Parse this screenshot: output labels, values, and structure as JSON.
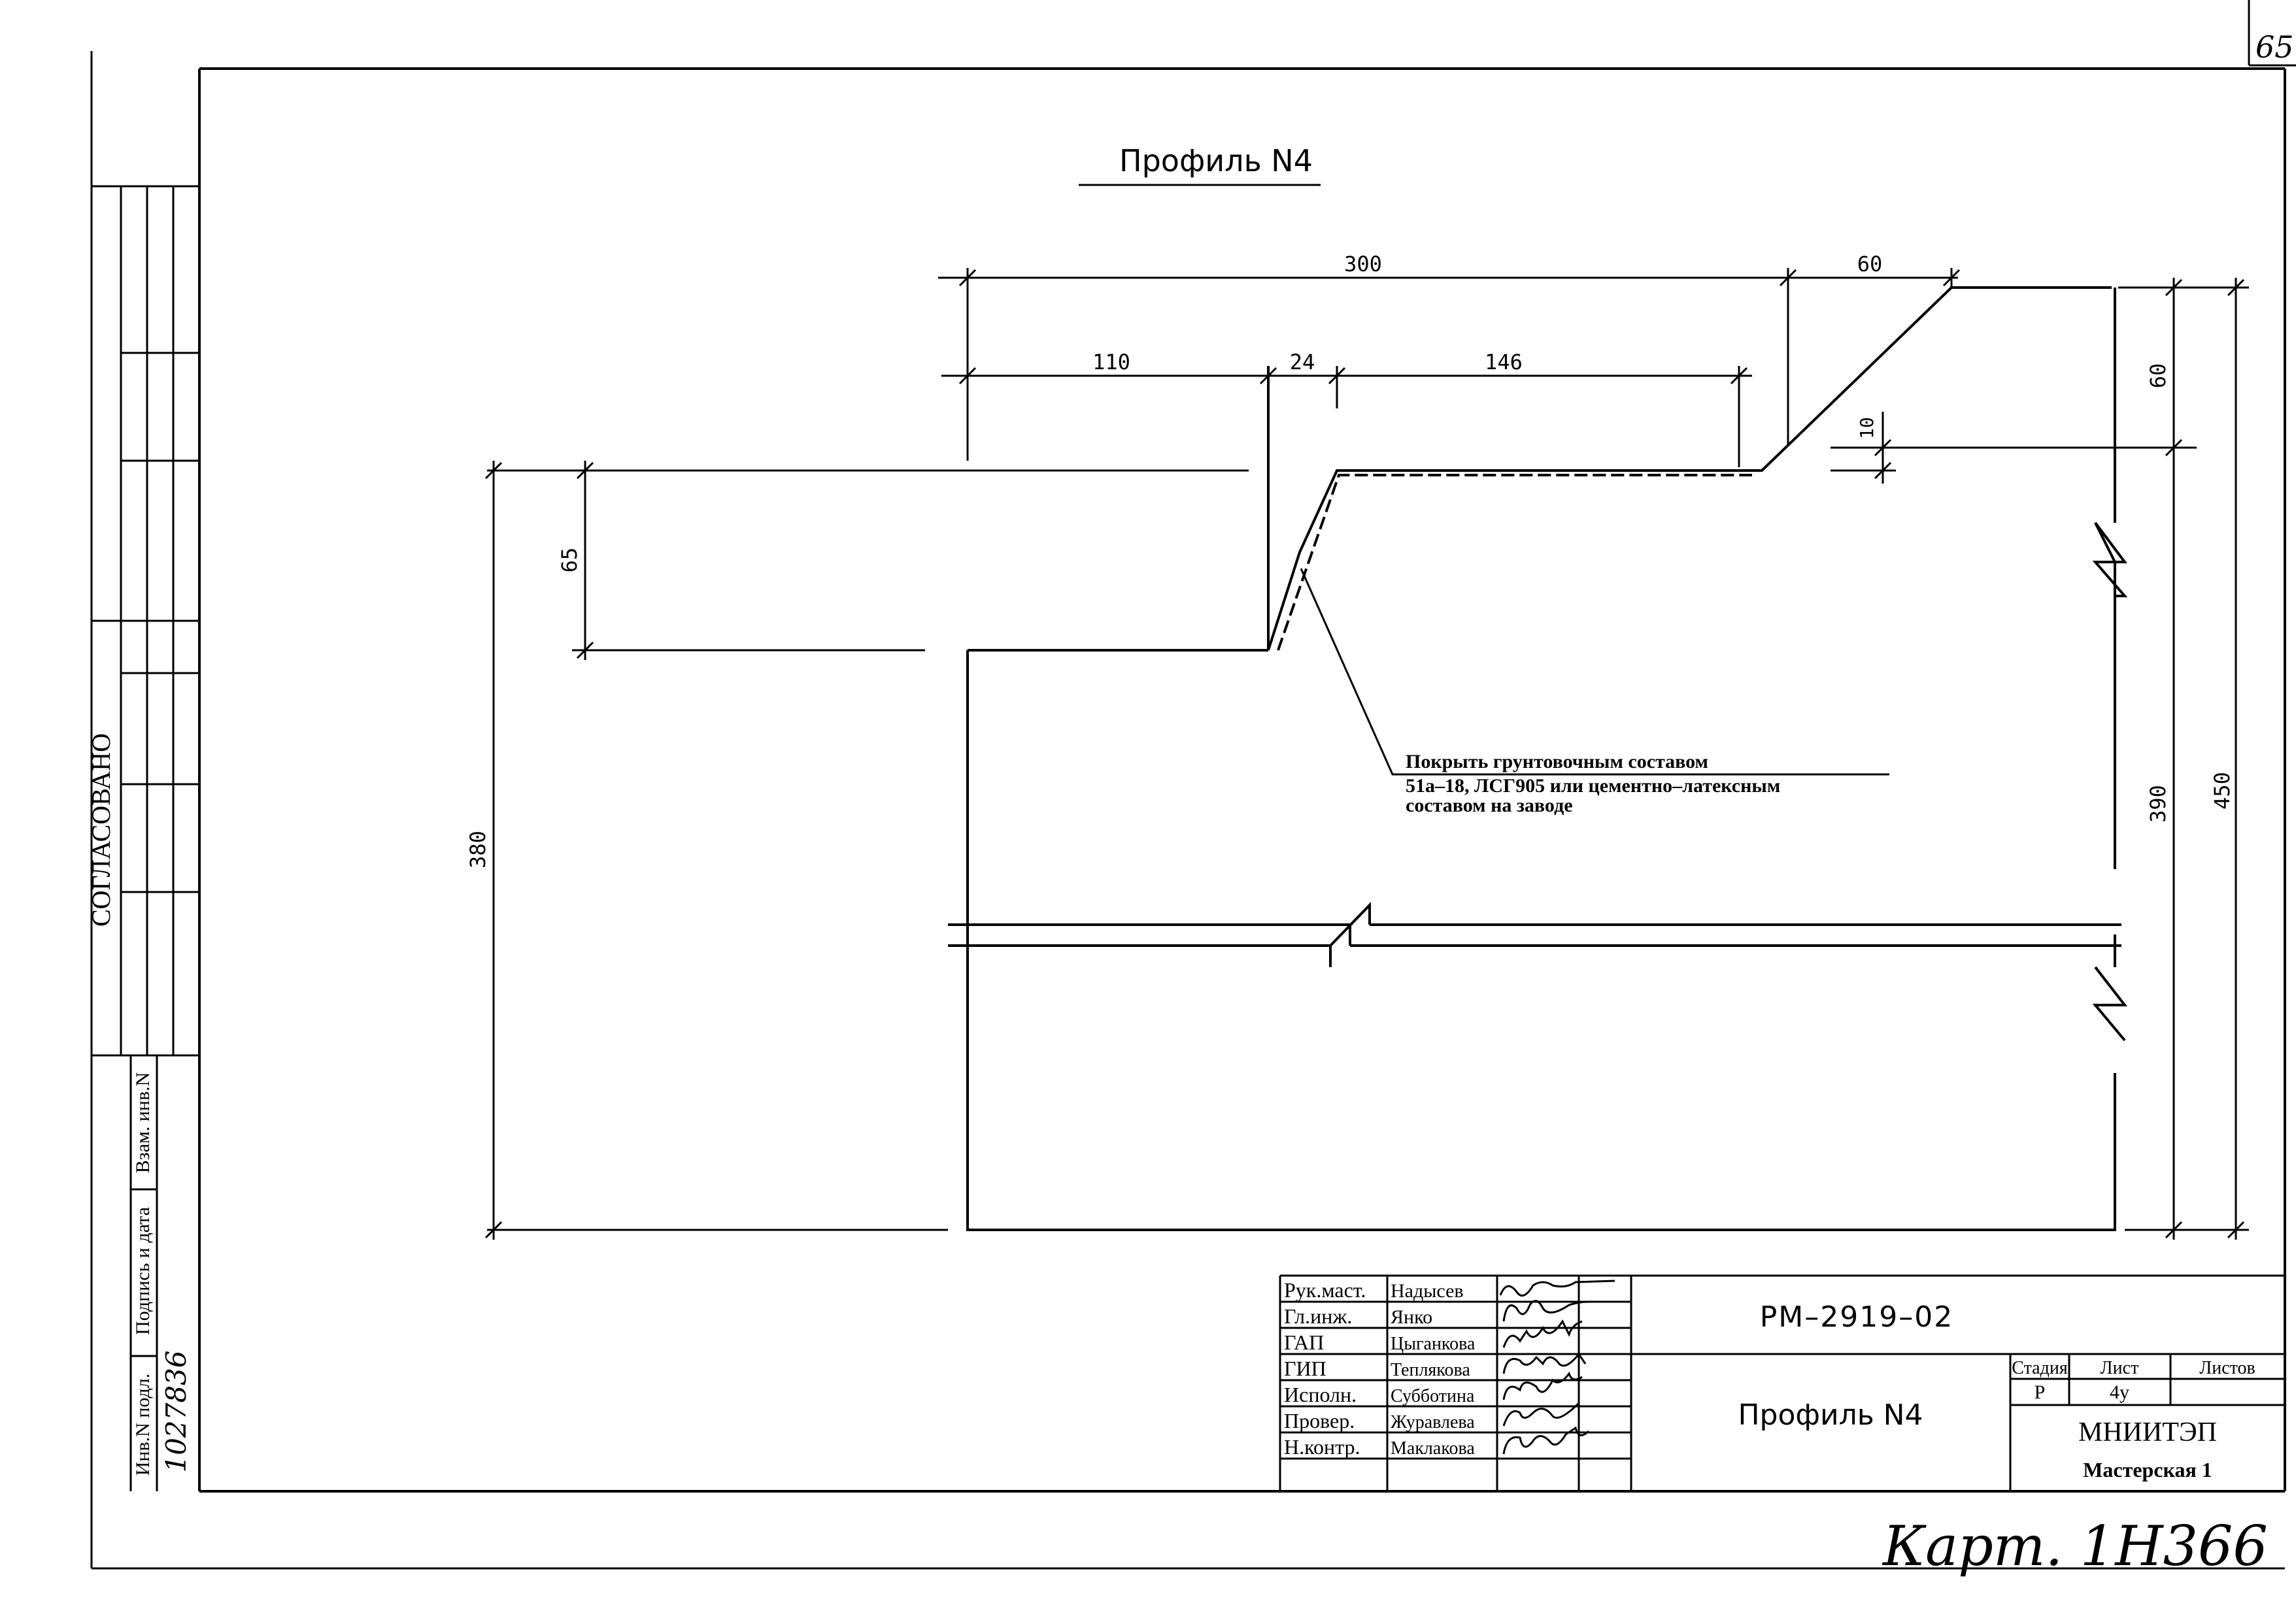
{
  "sheet_number": "65",
  "title": "Профиль N4",
  "dimensions": {
    "top_total": "300",
    "top_right": "60",
    "seg_left": "110",
    "seg_mid": "24",
    "seg_right": "146",
    "left_height": "65",
    "left_total": "380",
    "right_top": "60",
    "right_small": "10",
    "right_mid": "390",
    "right_total": "450"
  },
  "note": {
    "line1": "Покрыть грунтовочным составом",
    "line2": "51а–18, ЛСГ905 или цементно–латексным",
    "line3": "составом на заводе"
  },
  "left_strip": {
    "agreed": "СОГЛАСОВАНО",
    "inv_orig": "Инв.N подл.",
    "sign_date": "Подпись и дата",
    "repl_inv": "Взам. инв.N",
    "inv_value": "1027836"
  },
  "stamp": {
    "roles": [
      {
        "role": "Рук.маст.",
        "name": "Надысев"
      },
      {
        "role": "Гл.инж.",
        "name": "Янко"
      },
      {
        "role": "ГАП",
        "name": "Цыганкова"
      },
      {
        "role": "ГИП",
        "name": "Теплякова"
      },
      {
        "role": "Исполн.",
        "name": "Субботина"
      },
      {
        "role": "Провер.",
        "name": "Журавлева"
      },
      {
        "role": "Н.контр.",
        "name": "Маклакова"
      }
    ],
    "doc_code": "РМ–2919–02",
    "doc_title": "Профиль N4",
    "stage_label": "Стадия",
    "sheet_label": "Лист",
    "sheets_label": "Листов",
    "stage": "Р",
    "sheet": "4у",
    "org": "МНИИТЭП",
    "workshop": "Мастерская 1"
  },
  "handwritten_footer": "Карт. 1Н366"
}
